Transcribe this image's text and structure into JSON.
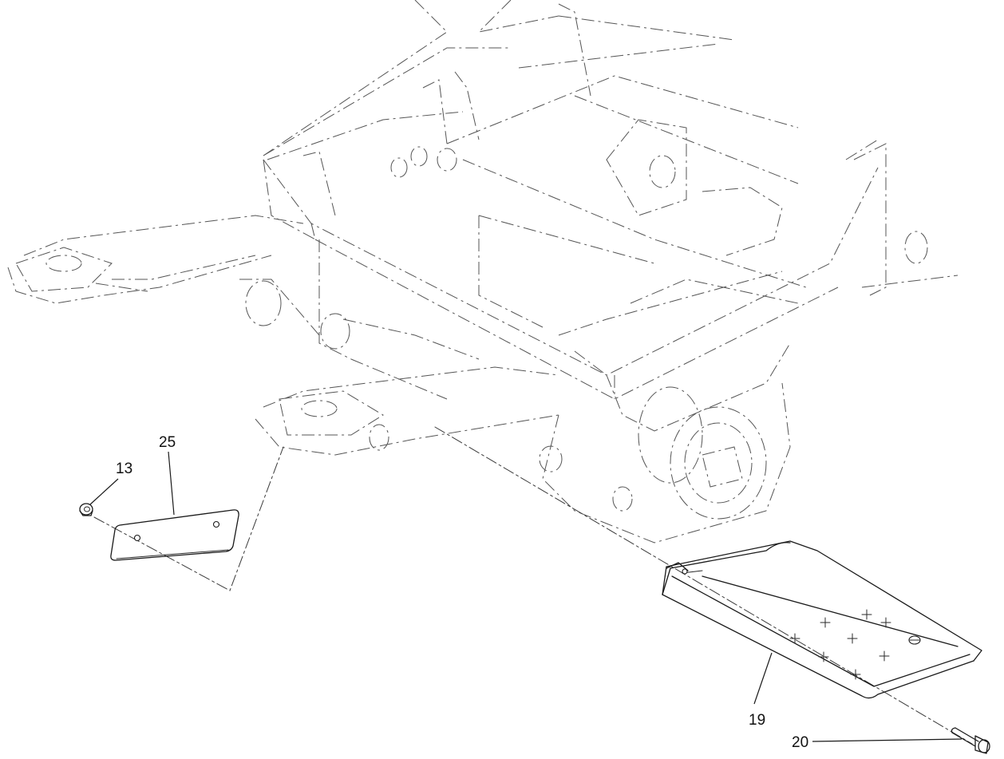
{
  "callouts": [
    {
      "id": "13",
      "part": "nut"
    },
    {
      "id": "25",
      "part": "plate"
    },
    {
      "id": "19",
      "part": "step"
    },
    {
      "id": "20",
      "part": "bolt"
    }
  ]
}
